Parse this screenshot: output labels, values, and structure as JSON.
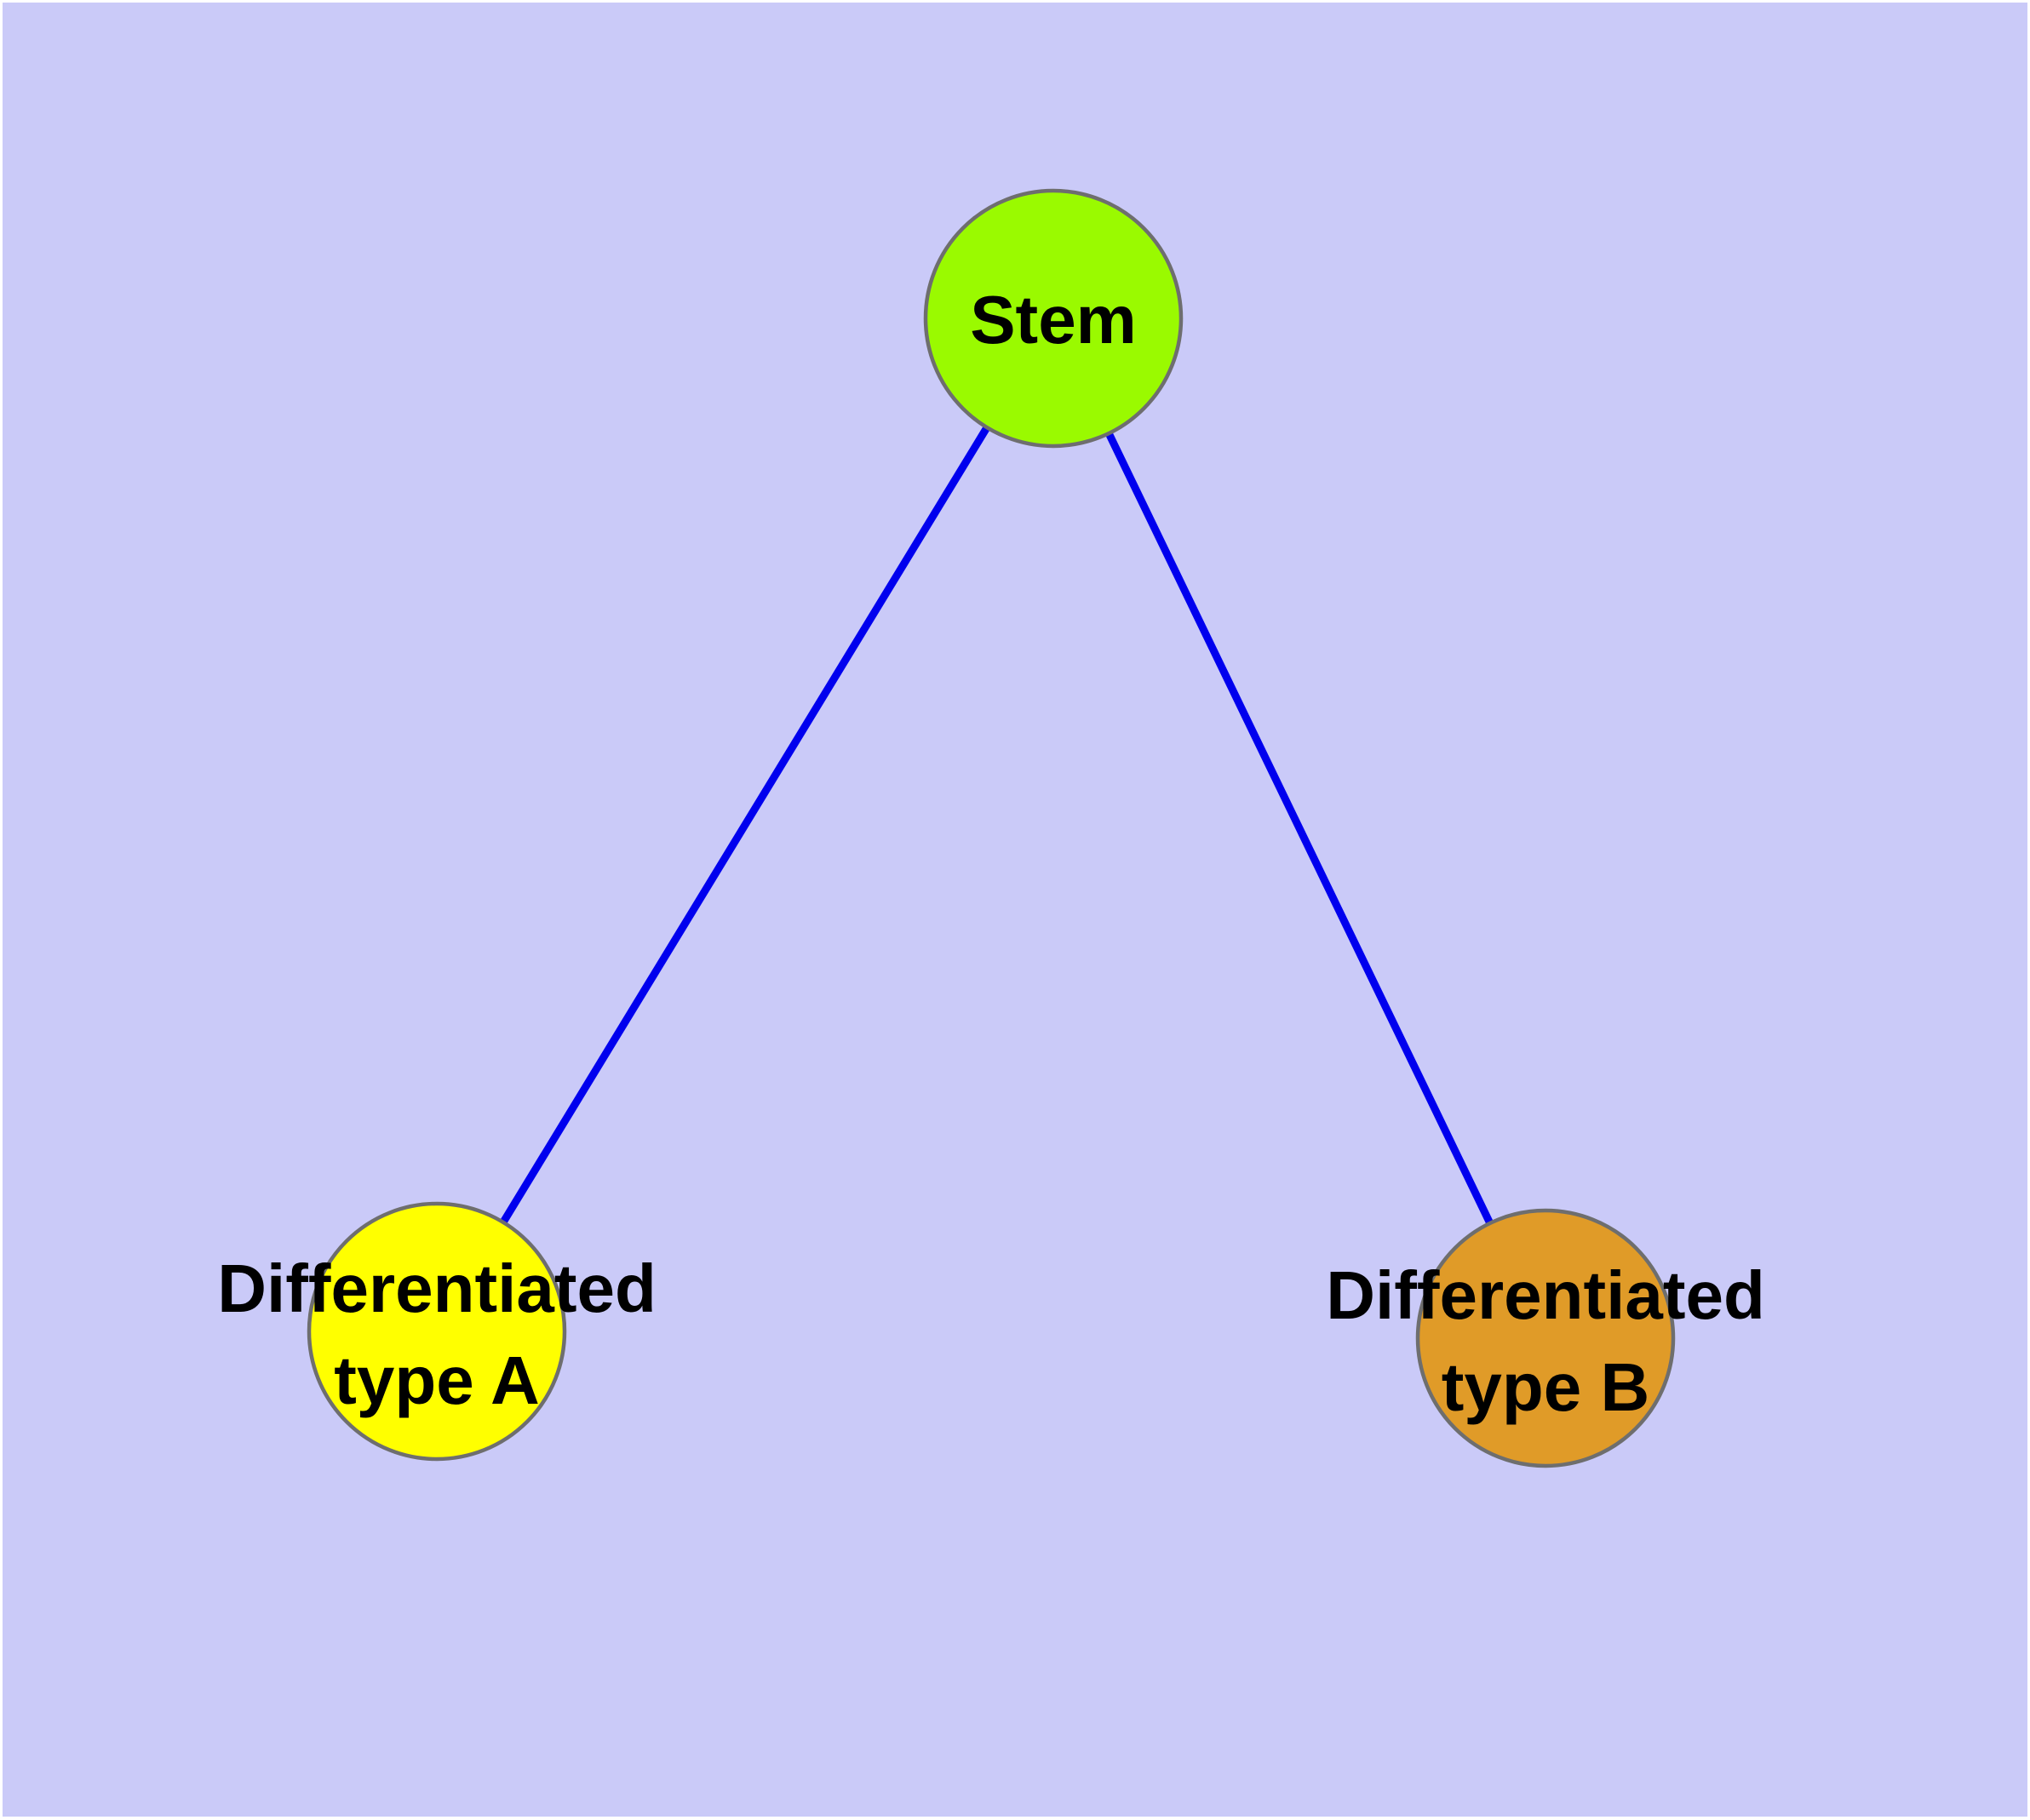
{
  "styles": {
    "background": "#cacaf8",
    "frame": "#ffffff",
    "node_border": "#6e6e6e",
    "edge_color": "#0000ee",
    "label_color": "#000000"
  },
  "nodes": {
    "stem": {
      "label": "Stem",
      "fill": "#9afa00"
    },
    "type_a": {
      "label_line1": "Differentiated",
      "label_line2": "type A",
      "fill": "#ffff00"
    },
    "type_b": {
      "label_line1": "Differentiated",
      "label_line2": "type B",
      "fill": "#e09b28"
    }
  },
  "edges": [
    {
      "from": "Stem",
      "to": "Differentiated type A"
    },
    {
      "from": "Stem",
      "to": "Differentiated type B"
    }
  ]
}
